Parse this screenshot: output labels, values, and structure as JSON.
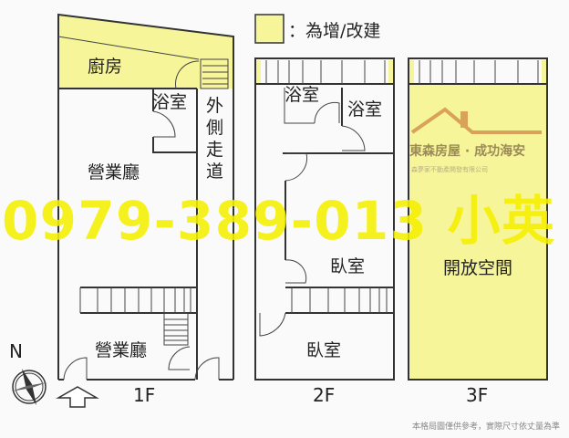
{
  "legend": {
    "swatch_color": "#f7f59a",
    "text": "：為增/改建"
  },
  "floors": {
    "f1": {
      "label": "1F",
      "rooms": {
        "kitchen": "廚房",
        "bath": "浴室",
        "hall": "營業廳",
        "corridor": [
          "外",
          "側",
          "走",
          "道"
        ],
        "shop": "營業廳"
      }
    },
    "f2": {
      "label": "2F",
      "rooms": {
        "bath1": "浴室",
        "bath2": "浴室",
        "bedroom1": "臥室",
        "bedroom2": "臥室"
      }
    },
    "f3": {
      "label": "3F",
      "rooms": {
        "open_space": "開放空間"
      }
    }
  },
  "compass": {
    "north": "N"
  },
  "watermark": {
    "phone": "0979-389-013 小英",
    "brand": "東森房屋 · 成功海安",
    "company": "森夢家不動產開發有限公司"
  },
  "footer": {
    "disclaimer": "本格局圖僅供參考，實際尺寸依丈量為準"
  },
  "colors": {
    "added": "#f7f59a",
    "watermark": "#f5f000",
    "logo": "#d9a15a"
  }
}
